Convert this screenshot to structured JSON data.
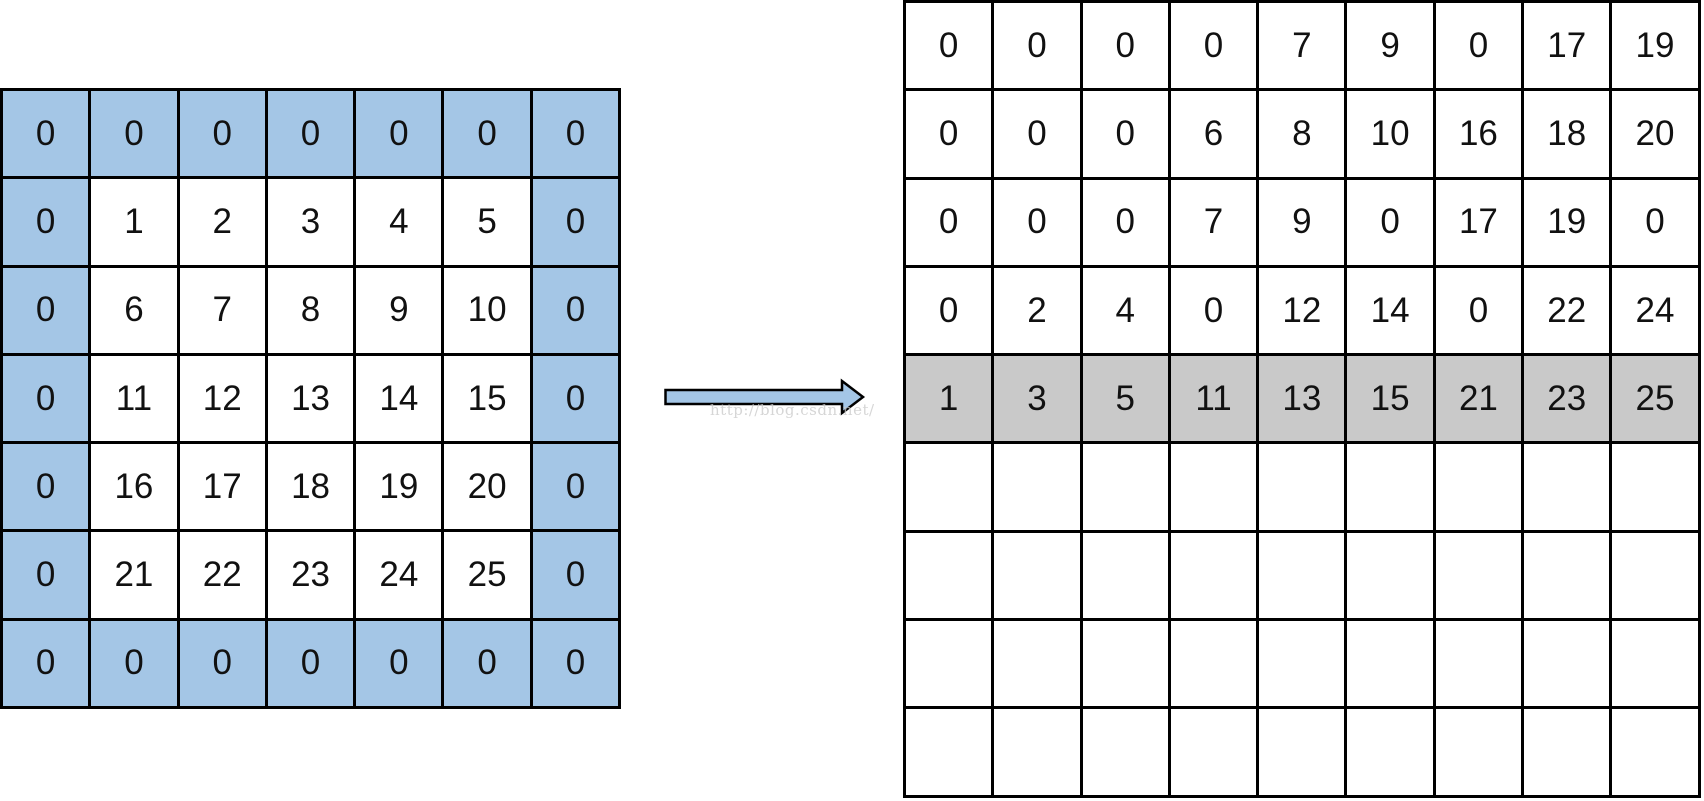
{
  "input_matrix": {
    "rows": [
      [
        "0",
        "0",
        "0",
        "0",
        "0",
        "0",
        "0"
      ],
      [
        "0",
        "1",
        "2",
        "3",
        "4",
        "5",
        "0"
      ],
      [
        "0",
        "6",
        "7",
        "8",
        "9",
        "10",
        "0"
      ],
      [
        "0",
        "11",
        "12",
        "13",
        "14",
        "15",
        "0"
      ],
      [
        "0",
        "16",
        "17",
        "18",
        "19",
        "20",
        "0"
      ],
      [
        "0",
        "21",
        "22",
        "23",
        "24",
        "25",
        "0"
      ],
      [
        "0",
        "0",
        "0",
        "0",
        "0",
        "0",
        "0"
      ]
    ],
    "padding_color": "#a4c6e6"
  },
  "output_matrix": {
    "rows": [
      [
        "0",
        "0",
        "0",
        "0",
        "7",
        "9",
        "0",
        "17",
        "19"
      ],
      [
        "0",
        "0",
        "0",
        "6",
        "8",
        "10",
        "16",
        "18",
        "20"
      ],
      [
        "0",
        "0",
        "0",
        "7",
        "9",
        "0",
        "17",
        "19",
        "0"
      ],
      [
        "0",
        "2",
        "4",
        "0",
        "12",
        "14",
        "0",
        "22",
        "24"
      ],
      [
        "1",
        "3",
        "5",
        "11",
        "13",
        "15",
        "21",
        "23",
        "25"
      ],
      [
        "",
        "",
        "",
        "",
        "",
        "",
        "",
        "",
        ""
      ],
      [
        "",
        "",
        "",
        "",
        "",
        "",
        "",
        "",
        ""
      ],
      [
        "",
        "",
        "",
        "",
        "",
        "",
        "",
        "",
        ""
      ],
      [
        "",
        "",
        "",
        "",
        "",
        "",
        "",
        "",
        ""
      ]
    ],
    "highlighted_row": 4,
    "highlight_color": "#c9c9c9"
  },
  "arrow_color": "#a4c6e6",
  "watermark": "http://blog.csdn.net/"
}
